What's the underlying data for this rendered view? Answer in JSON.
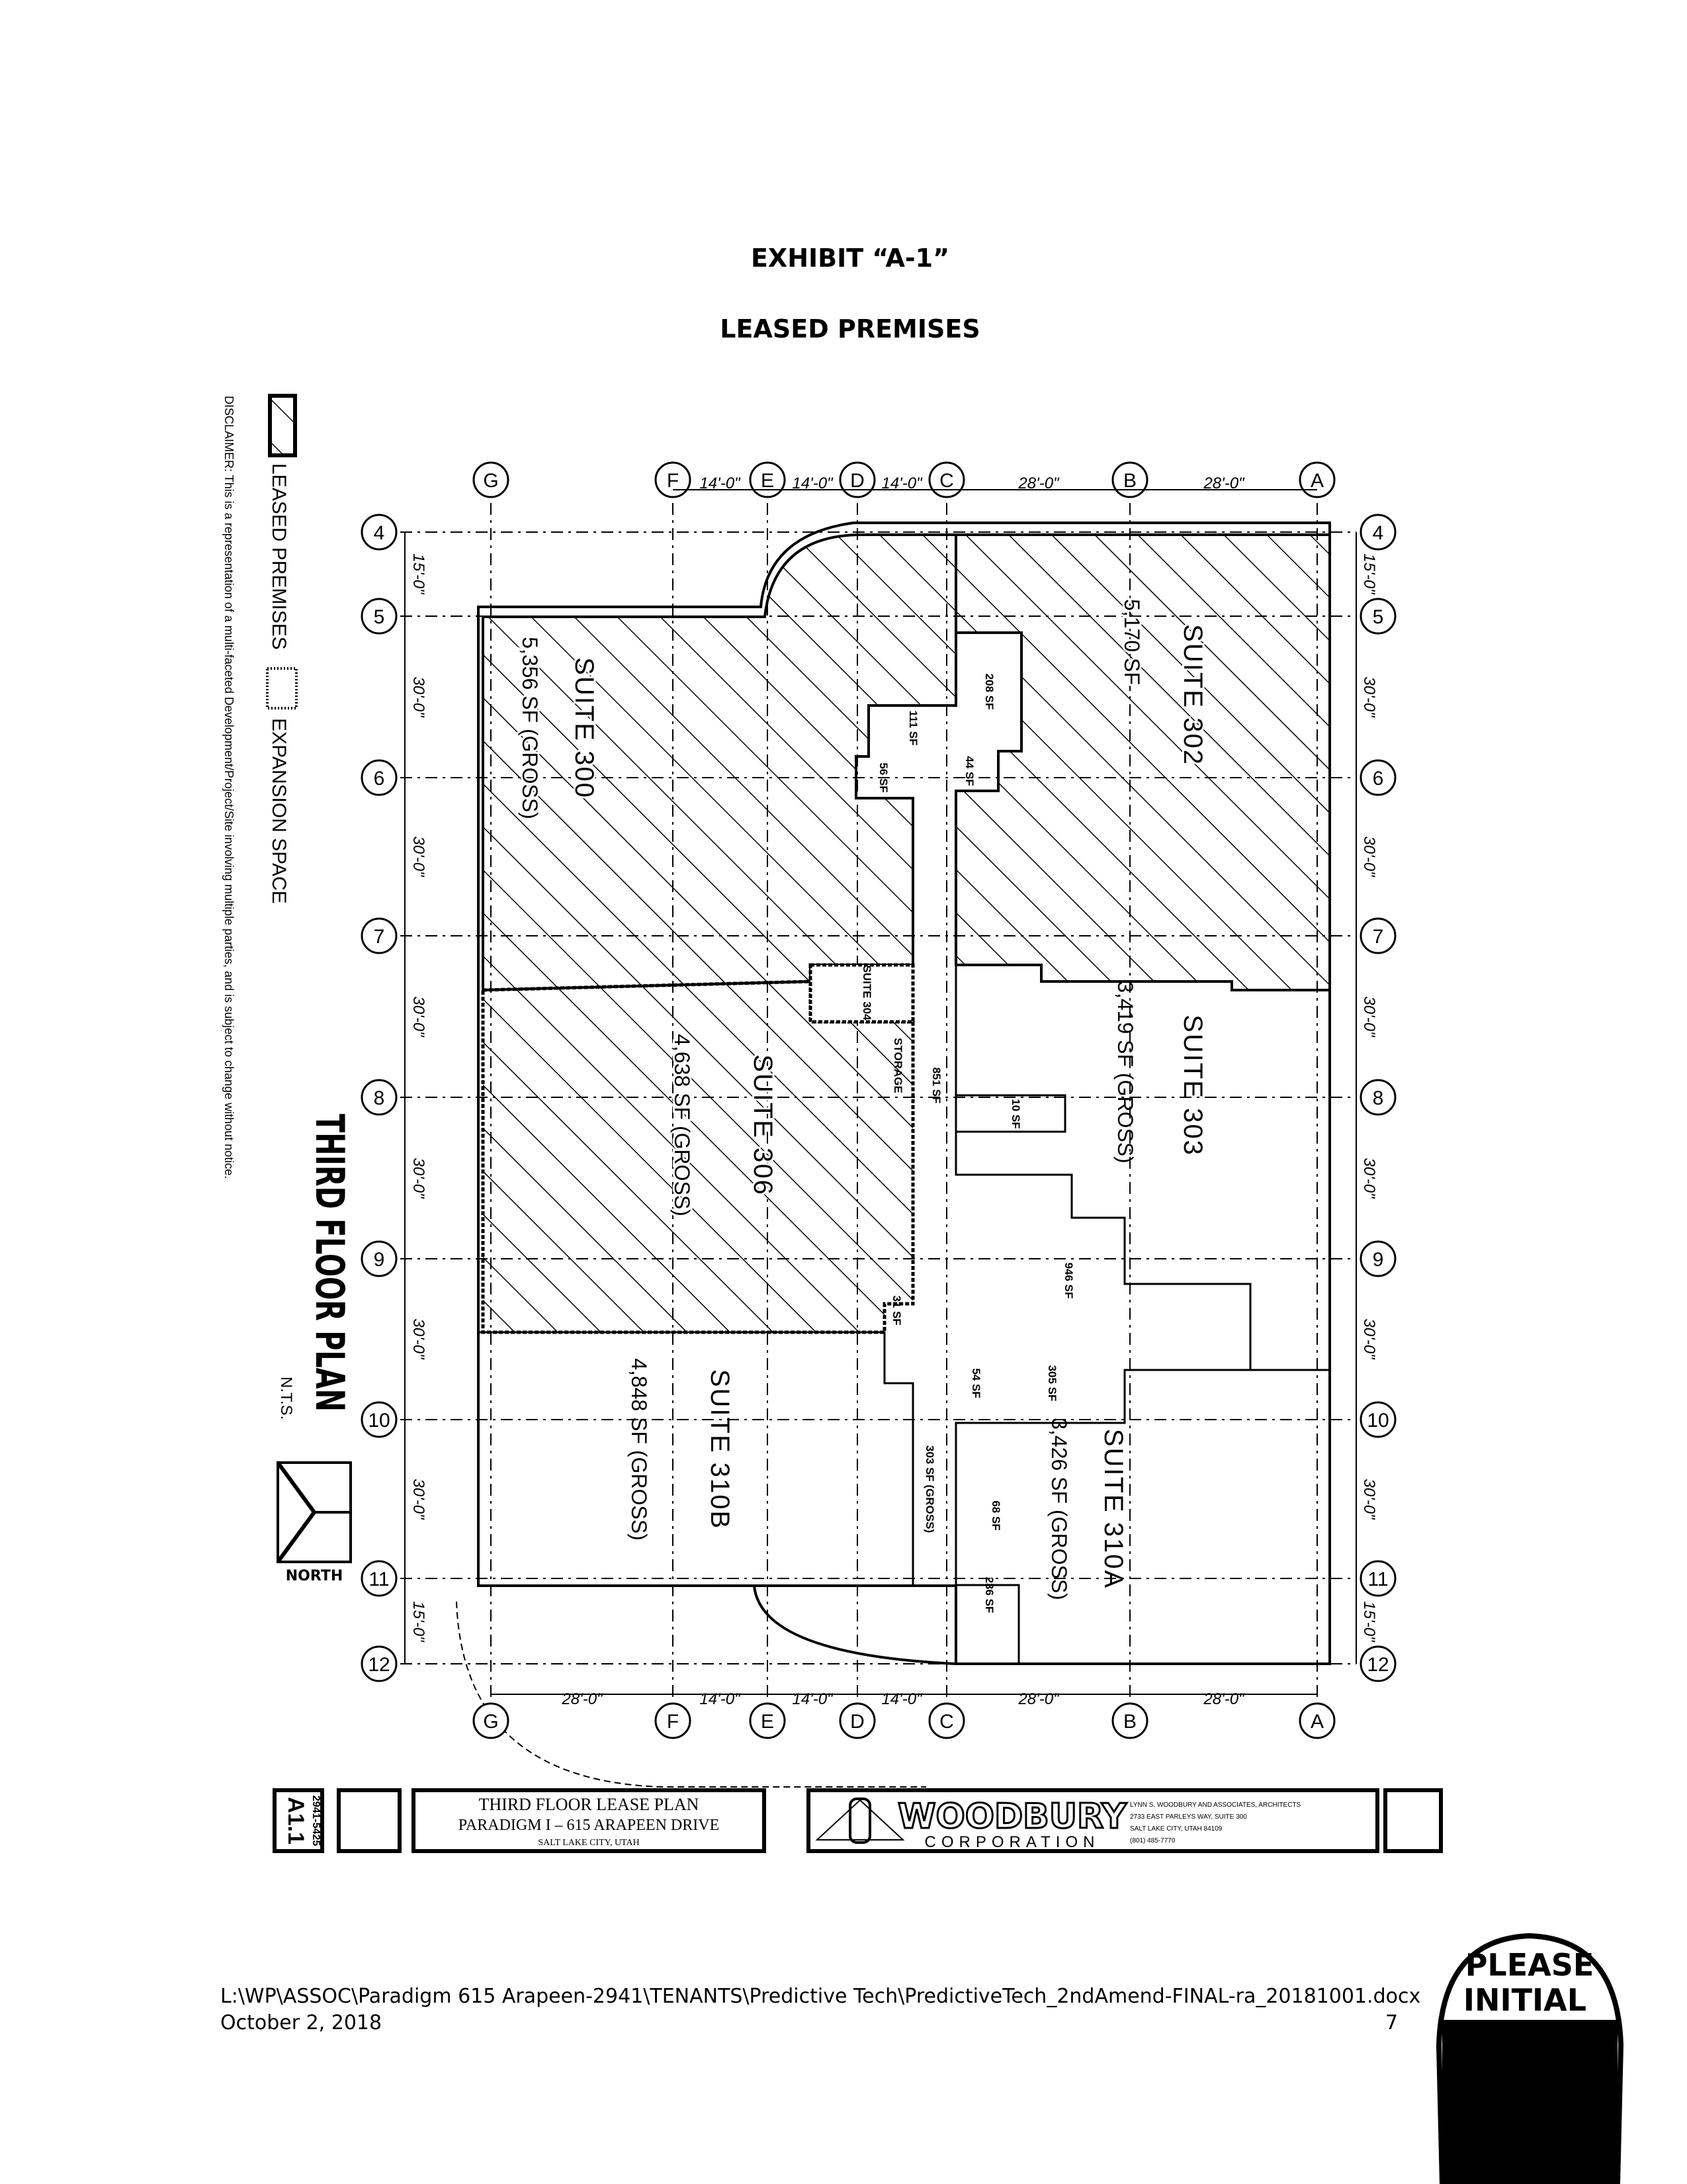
{
  "header": {
    "exhibit": "EXHIBIT “A-1”",
    "subtitle": "LEASED PREMISES"
  },
  "legend": {
    "leased": "LEASED PREMISES",
    "expansion": "EXPANSION SPACE",
    "disclaimer": "DISCLAIMER: This is a representation of a multi-faceted Development/Project/Site involving multiple parties, and is subject to change without notice."
  },
  "plan": {
    "title": "THIRD FLOOR PLAN",
    "scale": "N.T.S.",
    "north": "NORTH",
    "columns": [
      "G",
      "F",
      "E",
      "D",
      "C",
      "B",
      "A"
    ],
    "rows": [
      "4",
      "5",
      "6",
      "7",
      "8",
      "9",
      "10",
      "11",
      "12"
    ],
    "top_dims": [
      "14'-0\"",
      "14'-0\"",
      "14'-0\"",
      "28'-0\"",
      "28'-0\""
    ],
    "bottom_dims": [
      "28'-0\"",
      "14'-0\"",
      "14'-0\"",
      "14'-0\"",
      "28'-0\"",
      "28'-0\""
    ],
    "side_dims": [
      "15'-0\"",
      "30'-0\"",
      "30'-0\"",
      "30'-0\"",
      "30'-0\"",
      "30'-0\"",
      "30'-0\"",
      "15'-0\""
    ],
    "suites": [
      {
        "name": "SUITE 300",
        "area": "5,356 SF (GROSS)",
        "leased": true
      },
      {
        "name": "SUITE 302",
        "area": "5,170 SF",
        "leased": true
      },
      {
        "name": "SUITE 306",
        "area": "4,638 SF (GROSS)",
        "leased": true
      },
      {
        "name": "SUITE 303",
        "area": "3,419 SF (GROSS)",
        "leased": false
      },
      {
        "name": "SUITE 310A",
        "area": "3,426 SF (GROSS)",
        "leased": false
      },
      {
        "name": "SUITE 310B",
        "area": "4,848 SF (GROSS)",
        "leased": false
      },
      {
        "name": "SUITE 304",
        "area": "",
        "leased": false
      }
    ],
    "small_areas": [
      "208 SF",
      "111 SF",
      "56 SF",
      "44 SF",
      "10 SF",
      "851 SF",
      "946 SF",
      "54 SF",
      "305 SF",
      "303 SF (GROSS)",
      "68 SF",
      "236 SF",
      "STORAGE",
      "31 SF"
    ]
  },
  "title_block": {
    "sheet": "A1.1",
    "project_no": "2941-5425",
    "line1": "THIRD FLOOR LEASE PLAN",
    "line2": "PARADIGM I – 615 ARAPEEN DRIVE",
    "line3": "SALT LAKE CITY, UTAH",
    "company": "WOODBURY",
    "company_sub": "CORPORATION",
    "architect": "LYNN S. WOODBURY AND ASSOCIATES, ARCHITECTS",
    "address": "2733 EAST PARLEYS WAY, SUITE 300",
    "city": "SALT LAKE CITY, UTAH 84109",
    "phone": "(801) 485-7770"
  },
  "footer": {
    "path": "L:\\WP\\ASSOC\\Paradigm 615 Arapeen-2941\\TENANTS\\Predictive Tech\\PredictiveTech_2ndAmend-FINAL-ra_20181001.docx",
    "date": "October 2, 2018",
    "page": "7"
  },
  "stamp": {
    "line1": "PLEASE",
    "line2": "INITIAL"
  }
}
